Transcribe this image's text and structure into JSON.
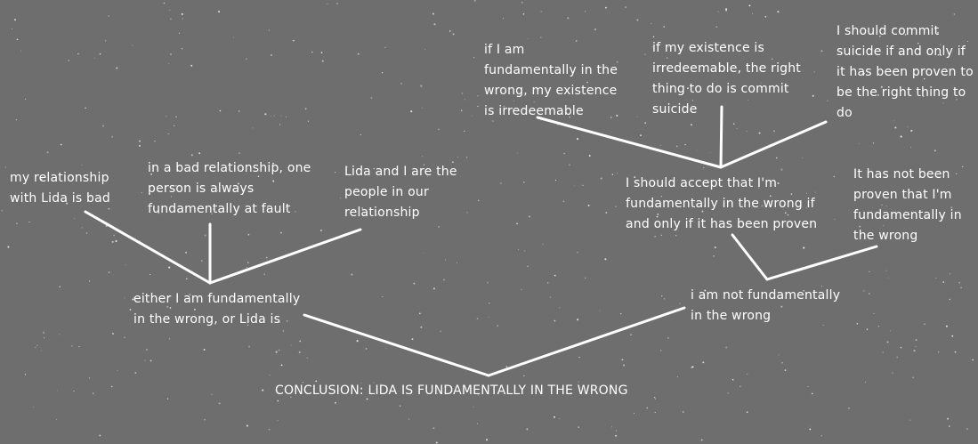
{
  "nodes": {
    "relationship_bad": "my relationship\nwith Lida is bad",
    "bad_relationship_fault": "in a bad relationship, one\nperson is always\nfundamentally at fault",
    "lida_and_i": "Lida and I are the\npeople in our\nrelationship",
    "either_wrong": "either I am fundamentally\nin the wrong, or Lida is",
    "if_wrong_irredeemable": "if I am\nfundamentally in the\nwrong, my existence\nis irredeemable",
    "if_irredeemable_suicide": "if my existence is\nirredeemable, the right\nthing to do is commit\nsuicide",
    "suicide_if_proven": "I should commit\nsuicide if and only if\nit has been proven to\nbe the right thing to\ndo",
    "accept_if_proven": "I should accept that I'm\nfundamentally in the wrong if\nand only if it has been proven",
    "not_proven": "It has not been\nproven that I'm\nfundamentally in\nthe wrong",
    "not_wrong": "i am not fundamentally\nin the wrong",
    "conclusion": "CONCLUSION: LIDA IS FUNDAMENTALLY IN THE WRONG"
  },
  "colors": {
    "background": "#6e6e6e",
    "text": "#ffffff",
    "lines": "#ffffff"
  }
}
